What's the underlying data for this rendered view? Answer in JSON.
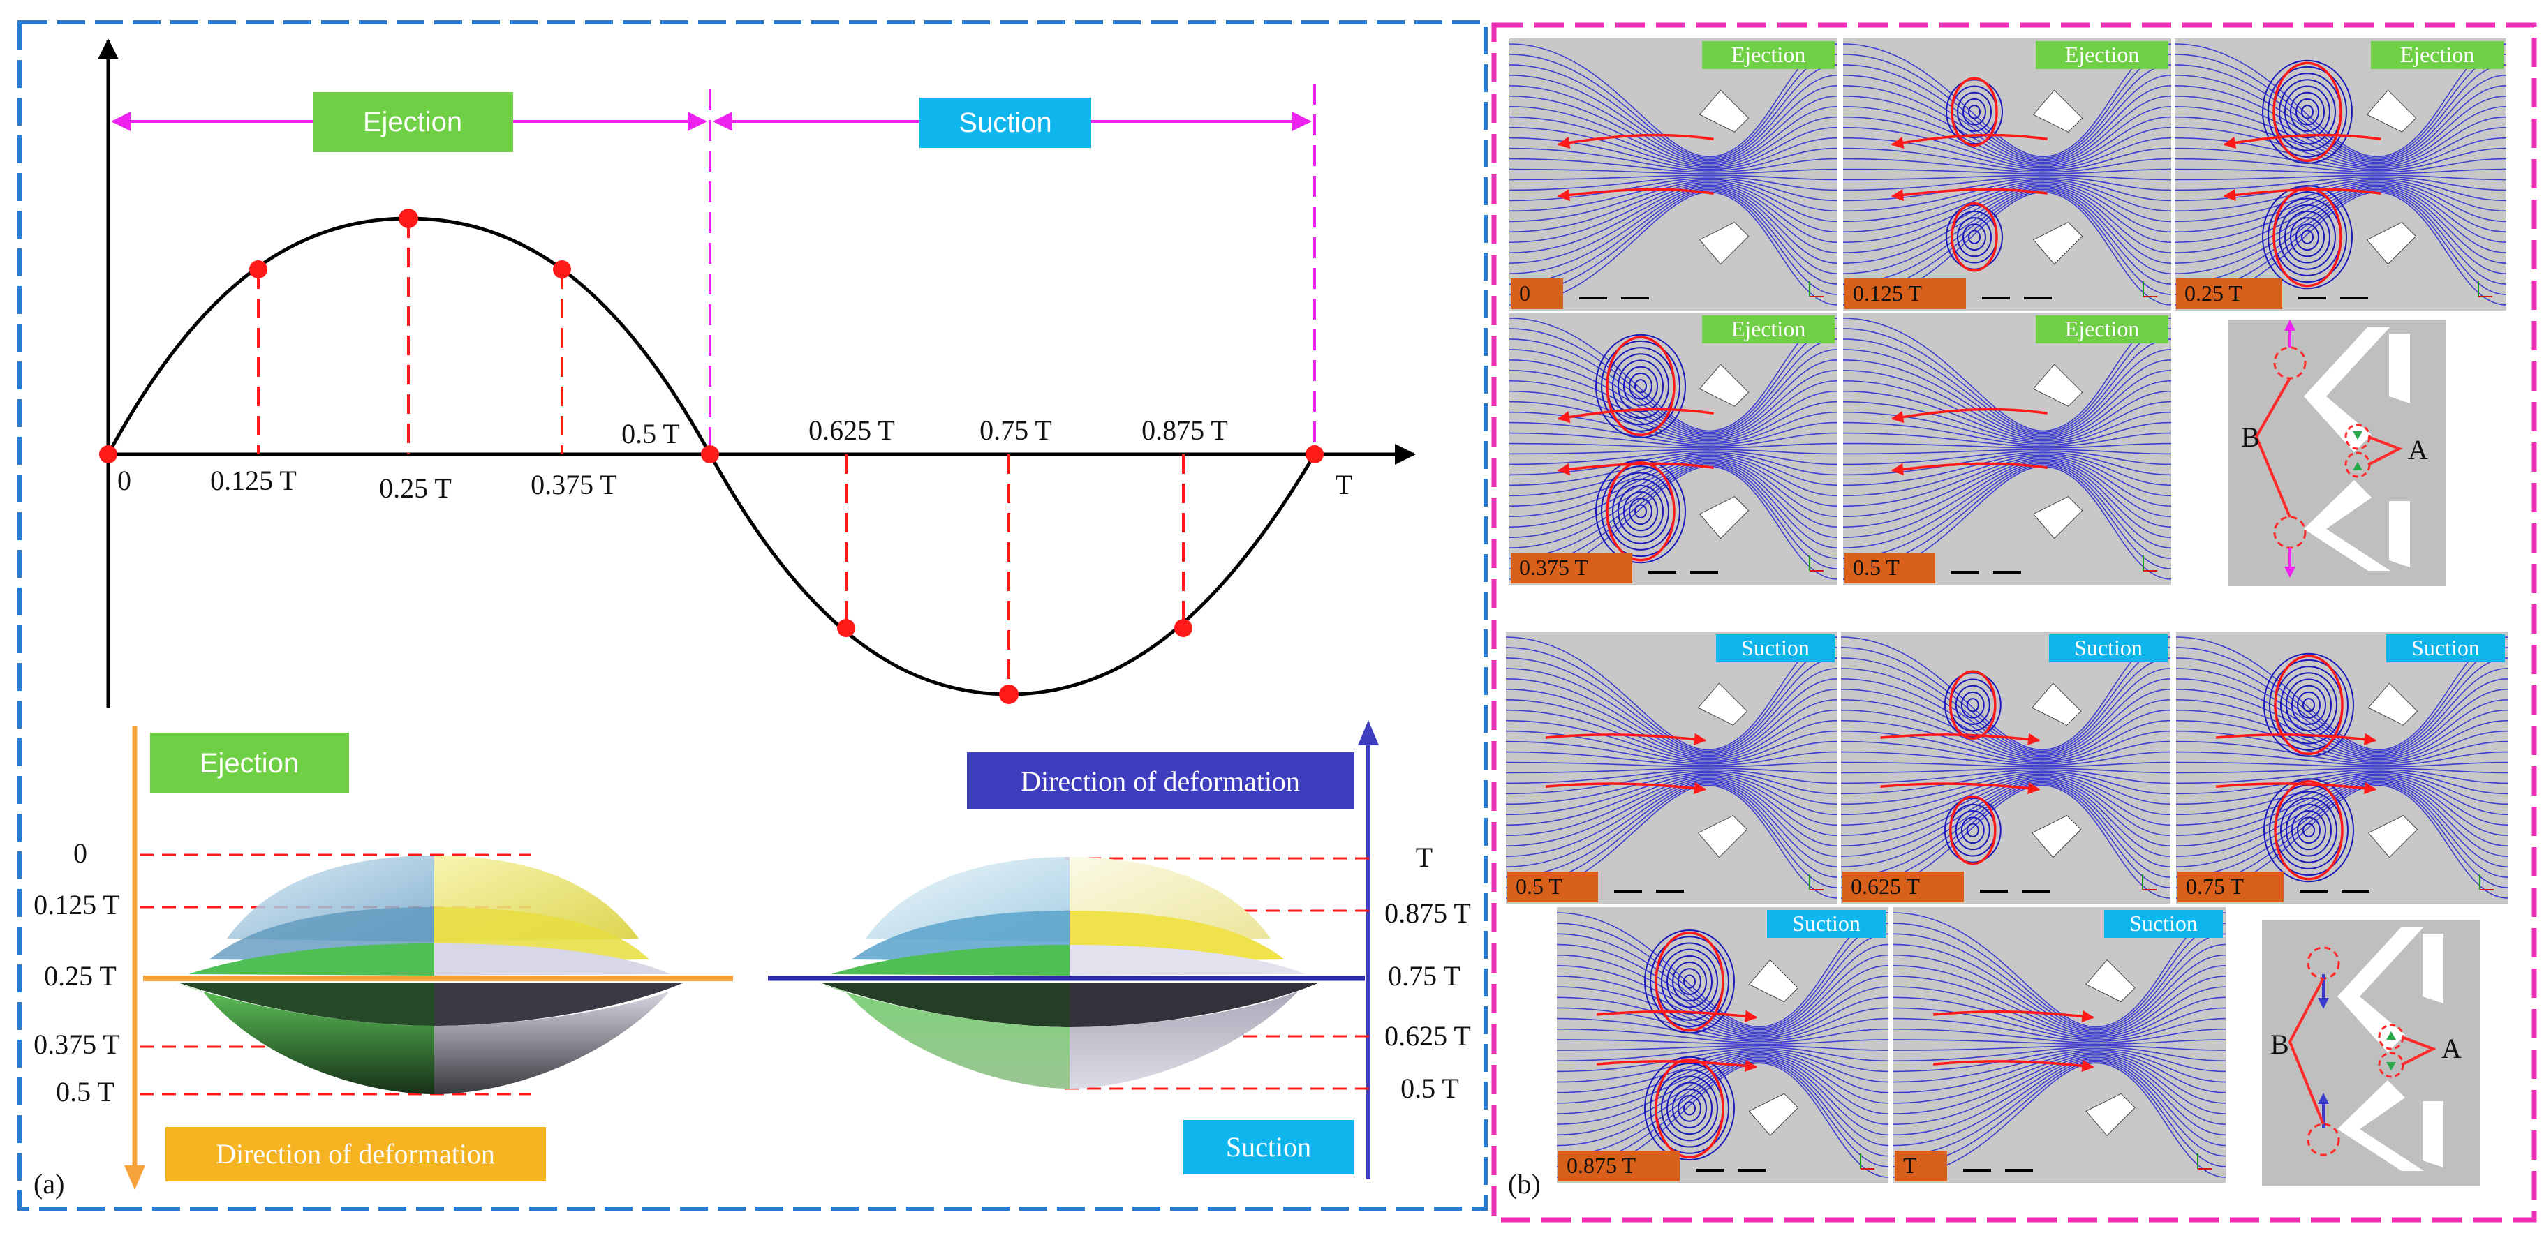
{
  "panel_a": {
    "label": "(a)",
    "phases": {
      "ejection": "Ejection",
      "suction": "Suction"
    },
    "wave_ticks": {
      "t0": "0",
      "t0125": "0.125 T",
      "t025": "0.25 T",
      "t0375": "0.375 T",
      "t05": "0.5 T",
      "t0625": "0.625 T",
      "t075": "0.75 T",
      "t0875": "0.875 T",
      "t1": "T"
    },
    "deform_left": {
      "phase": "Ejection",
      "direction": "Direction of deformation",
      "levels": [
        "0",
        "0.125 T",
        "0.25 T",
        "0.375 T",
        "0.5 T"
      ]
    },
    "deform_right": {
      "phase": "Suction",
      "direction": "Direction of deformation",
      "levels": [
        "T",
        "0.875 T",
        "0.75 T",
        "0.625 T",
        "0.5 T"
      ]
    }
  },
  "panel_b": {
    "label": "(b)",
    "ejection_tiles": [
      {
        "phase": "Ejection",
        "time": "0"
      },
      {
        "phase": "Ejection",
        "time": "0.125 T"
      },
      {
        "phase": "Ejection",
        "time": "0.25 T"
      },
      {
        "phase": "Ejection",
        "time": "0.375 T"
      },
      {
        "phase": "Ejection",
        "time": "0.5 T"
      }
    ],
    "suction_tiles": [
      {
        "phase": "Suction",
        "time": "0.5 T"
      },
      {
        "phase": "Suction",
        "time": "0.625 T"
      },
      {
        "phase": "Suction",
        "time": "0.75 T"
      },
      {
        "phase": "Suction",
        "time": "0.875 T"
      },
      {
        "phase": "Suction",
        "time": "T"
      }
    ],
    "schematic_labels": {
      "a": "A",
      "b": "B"
    }
  },
  "colors": {
    "panel_a_border": "#2b7bd0",
    "panel_b_border": "#ee2fb6",
    "ejection_green": "#6fcf45",
    "suction_cyan": "#0fb6ee",
    "direction_navy": "#3d3dbd",
    "direction_orange": "#f6b322",
    "time_badge": "#d9601a",
    "marker_red": "#ff1a1a",
    "streamline_blue": "#2626d0"
  }
}
